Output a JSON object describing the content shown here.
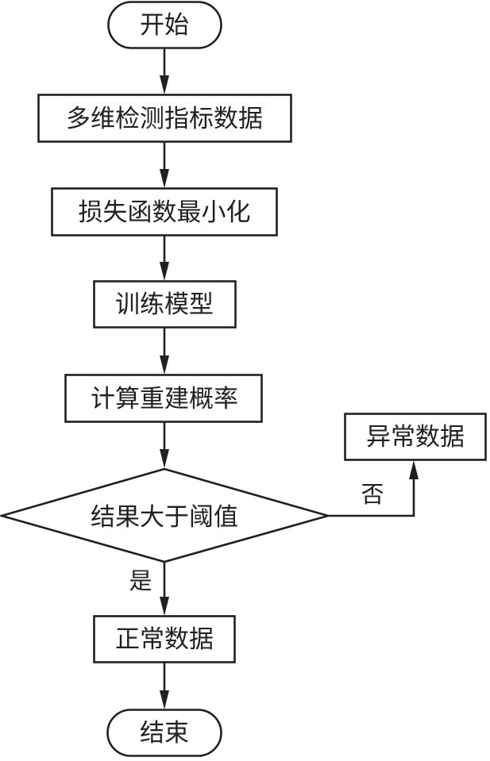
{
  "diagram": {
    "type": "flowchart",
    "nodes": {
      "start": {
        "label": "开始",
        "shape": "terminal"
      },
      "input_data": {
        "label": "多维检测指标数据",
        "shape": "process"
      },
      "minimize_loss": {
        "label": "损失函数最小化",
        "shape": "process"
      },
      "train_model": {
        "label": "训练模型",
        "shape": "process"
      },
      "compute_prob": {
        "label": "计算重建概率",
        "shape": "process"
      },
      "decision": {
        "label": "结果大于阈值",
        "shape": "decision"
      },
      "abnormal": {
        "label": "异常数据",
        "shape": "process"
      },
      "normal": {
        "label": "正常数据",
        "shape": "process"
      },
      "end": {
        "label": "结束",
        "shape": "terminal"
      }
    },
    "edges": [
      {
        "from": "start",
        "to": "input_data",
        "label": ""
      },
      {
        "from": "input_data",
        "to": "minimize_loss",
        "label": ""
      },
      {
        "from": "minimize_loss",
        "to": "train_model",
        "label": ""
      },
      {
        "from": "train_model",
        "to": "compute_prob",
        "label": ""
      },
      {
        "from": "compute_prob",
        "to": "decision",
        "label": ""
      },
      {
        "from": "decision",
        "to": "abnormal",
        "label": "否"
      },
      {
        "from": "decision",
        "to": "normal",
        "label": "是"
      },
      {
        "from": "normal",
        "to": "end",
        "label": ""
      }
    ],
    "labels": {
      "no": "否",
      "yes": "是"
    }
  }
}
